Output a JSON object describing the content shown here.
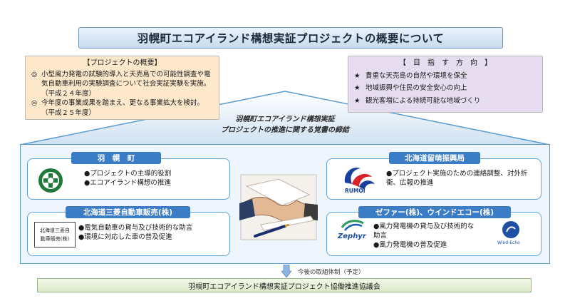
{
  "title": "羽幌町エコアイランド構想実証プロジェクトの概要について",
  "overview": {
    "heading": "【プロジェクトの概要】",
    "items": [
      {
        "mark": "◎",
        "text": "小型風力発電の試験的導入と天売島での可能性調査や電気自動車利用の実験調査について社会実証実験を実施。（平成２４年度）"
      },
      {
        "mark": "◎",
        "text": "今年度の事業成果を踏まえ、更なる事業拡大を検討。（平成２５年度）"
      }
    ]
  },
  "direction": {
    "heading": "【　目　指　す　方　向　】",
    "items": [
      {
        "mark": "★",
        "text": "貴重な天売島の自然や環境を保全"
      },
      {
        "mark": "★",
        "text": "地域振興や住民の安全安心の向上"
      },
      {
        "mark": "★",
        "text": "観光客増による持続可能な地域づくり"
      }
    ]
  },
  "pyramid": {
    "line1": "羽幌町エコアイランド構想実証",
    "line2": "プロジェクトの推進に関する覚書の締結"
  },
  "orgs": {
    "haboro": {
      "label": "羽　幌　町",
      "bullets": [
        "●プロジェクトの主導的役割",
        "●エコアイランド構想の推進"
      ]
    },
    "mitsubishi": {
      "label": "北海道三菱自動車販売(株)",
      "logo_line1": "北海道三菱自",
      "logo_line2": "動車販売(株)",
      "bullets": [
        "●電気自動車の貸与及び技術的な助言",
        "●環境に対応した車の普及促進"
      ]
    },
    "rumoi": {
      "label": "北海道留萌振興局",
      "logo_text": "RUMOI",
      "bullets": [
        "●プロジェクト実施のための連絡調整、対外折衝、広報の推進"
      ]
    },
    "zephyr": {
      "label": "ゼファー(株)、ウインドエコー(株)",
      "logo_zephyr": "Zephyr",
      "logo_windecho": "Wind-Echo",
      "bullets": [
        "●風力発電機の貸与及び技術的な助言",
        "●風力発電機の普及促進"
      ]
    }
  },
  "future_label": "今後の取組体制（予定）",
  "council": "羽幌町エコアイランド構想実証プロジェクト協働推進協議会",
  "colors": {
    "accent_blue": "#3a7dc6",
    "frame_blue": "#5ea4da",
    "overview_bg": "#fde8cc",
    "direction_bg": "#e6dcf0"
  }
}
